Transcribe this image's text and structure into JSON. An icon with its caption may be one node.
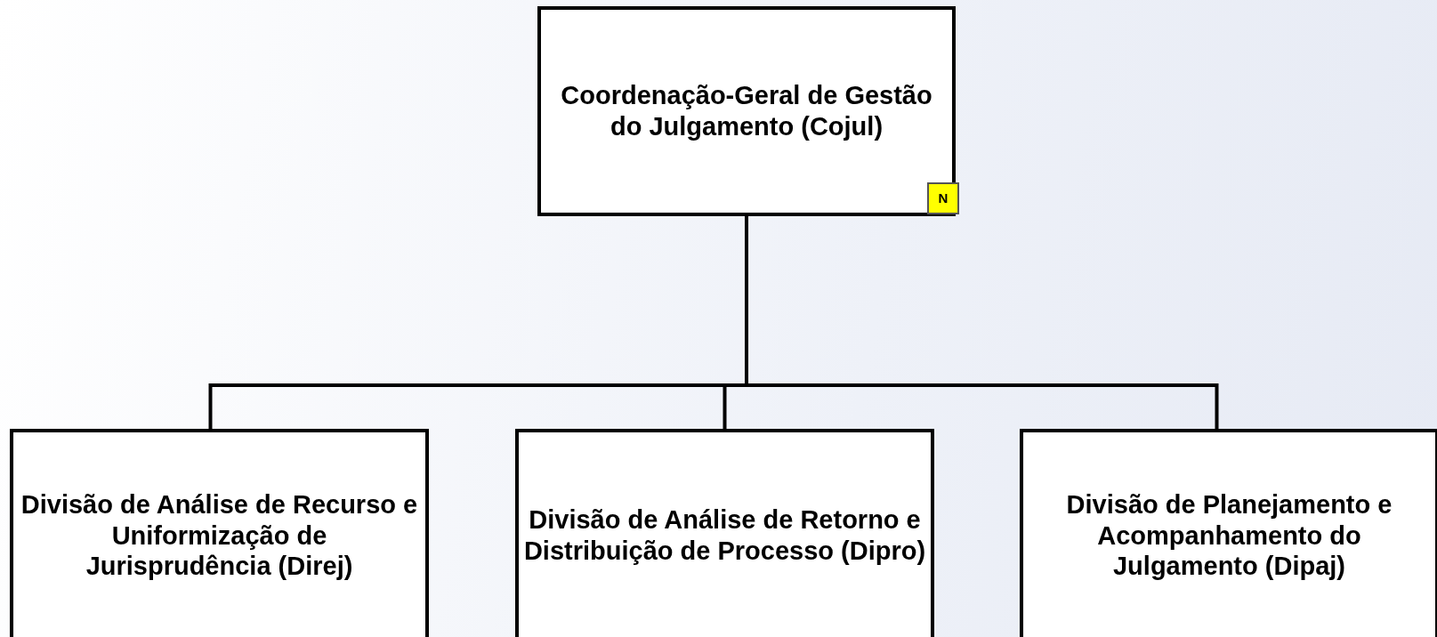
{
  "diagram": {
    "nodes": [
      {
        "text": [
          "Coordenação-Geral de Gestão do Julgamento (Cojul)"
        ]
      },
      {
        "text": [
          "N"
        ],
        "in": 0
      },
      {
        "text": [
          "Divisão de Análise de Recurso e Uniformização de Jurisprudência (Direj)"
        ]
      },
      {
        "text": [
          "Divisão de Análise de Retorno e Distribuição de Processo (Dipro)"
        ]
      },
      {
        "text": [
          "Divisão de Planejamento e Acompanhamento do Julgamento (Dipaj)"
        ]
      }
    ],
    "edges": [
      {
        "from": 0,
        "to": 2,
        "arrow": "none"
      },
      {
        "from": 0,
        "to": 3,
        "arrow": "none"
      },
      {
        "from": 0,
        "to": 4,
        "arrow": "none"
      }
    ]
  }
}
